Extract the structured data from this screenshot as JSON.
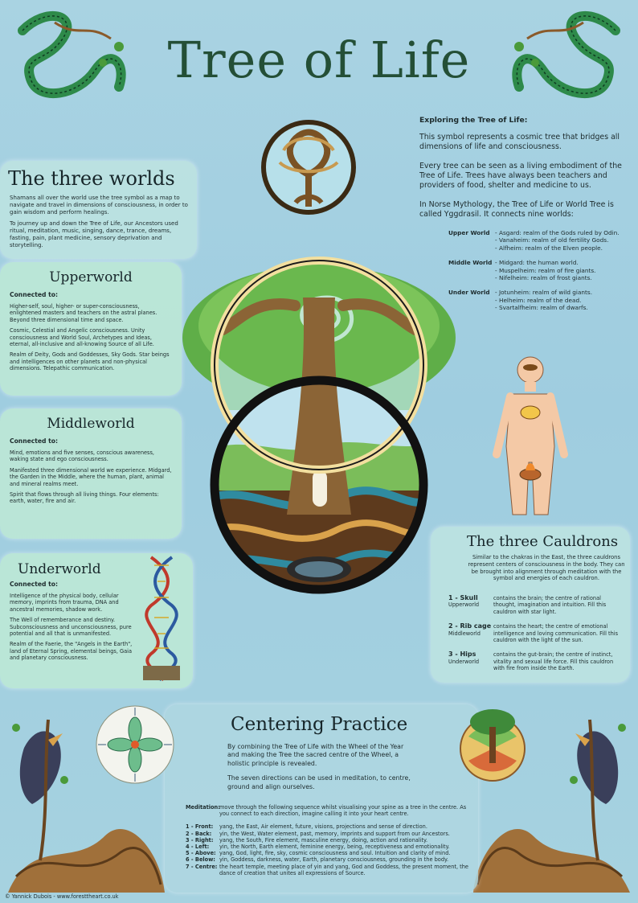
{
  "title": "Tree of Life",
  "colors": {
    "background": "#a9d3e2",
    "title": "#244f36",
    "panel": "#bee4e1",
    "panel_green": "#bde8d6"
  },
  "exploring": {
    "heading": "Exploring the Tree of Life:",
    "p1": "This symbol represents a cosmic tree that bridges all dimensions of life and consciousness.",
    "p2": "Every tree can be seen as a living embodiment of the Tree of Life. Trees have always been teachers and providers of food, shelter and medicine to us.",
    "p3": "In Norse Mythology, the Tree of Life or World Tree is called Yggdrasil. It connects nine worlds:",
    "worlds": [
      {
        "label": "Upper World",
        "lines": [
          "- Asgard: realm of the Gods ruled by Odin.",
          "- Vanaheim: realm of old fertility Gods.",
          "- Alfheim: realm of the Elven people."
        ]
      },
      {
        "label": "Middle World",
        "lines": [
          "- Midgard: the human world.",
          "- Muspelheim: realm of fire giants.",
          "- Nifelheim: realm of frost giants."
        ]
      },
      {
        "label": "Under World",
        "lines": [
          "- Jotunheim: realm of wild giants.",
          "- Helheim: realm of the dead.",
          "- Svartalfheim: realm of dwarfs."
        ]
      }
    ]
  },
  "three_worlds": {
    "heading": "The three worlds",
    "p1": "Shamans all over the world use the tree symbol as a map to navigate and travel in dimensions of consciousness, in order to gain wisdom and perform healings.",
    "p2": "To journey up and down the Tree of Life, our Ancestors used ritual, meditation, music, singing, dance, trance, dreams, fasting, pain, plant medicine, sensory deprivation and storytelling."
  },
  "upperworld": {
    "heading": "Upperworld",
    "sub": "Connected to:",
    "p1": "Higher-self, soul, higher- or super-consciousness, enlightened masters and teachers on the astral planes. Beyond three dimensional time and space.",
    "p2": "Cosmic, Celestial and Angelic consciousness. Unity consciousness and World Soul, Archetypes and Ideas, eternal, all-inclusive and all-knowing Source of all Life.",
    "p3": "Realm of Deity, Gods and Goddesses, Sky Gods. Star beings and intelligences on other planets and non-physical dimensions. Telepathic communication."
  },
  "middleworld": {
    "heading": "Middleworld",
    "sub": "Connected to:",
    "p1": "Mind, emotions and five senses, conscious awareness, waking state and ego consciousness.",
    "p2": "Manifested three dimensional world we experience. Midgard, the Garden in the Middle, where the human, plant, animal and mineral realms meet.",
    "p3": "Spirit that flows through all living things. Four elements: earth, water, fire and air."
  },
  "underworld": {
    "heading": "Underworld",
    "sub": "Connected to:",
    "p1": "Intelligence of the physical body, cellular memory, imprints from trauma, DNA and ancestral memories, shadow work.",
    "p2": "The Well of rememberance and destiny. Subconsciousness and unconsciousness, pure potential and all that is unmanifested.",
    "p3": "Realm of the Faerie, the \"Angels in the Earth\", land of Eternal Spring, elemental beings, Gaia and planetary consciousness."
  },
  "cauldrons": {
    "heading": "The three Cauldrons",
    "intro": "Similar to the chakras in the East, the three cauldrons represent centers of consciousness in the body. They can be brought into alignment through meditation with the symbol and energies of each cauldron.",
    "items": [
      {
        "name": "1 - Skull",
        "world": "Upperworld",
        "text": "contains the brain; the centre of rational thought, imagination and intuition. Fill this cauldron with star light."
      },
      {
        "name": "2 - Rib cage",
        "world": "Middleworld",
        "text": "contains the heart; the centre of emotional intelligence and loving communication. Fill this cauldron with the light of the sun."
      },
      {
        "name": "3 - Hips",
        "world": "Underworld",
        "text": "contains the gut-brain; the centre of instinct, vitality and sexual life force. Fill this cauldron with fire from inside the Earth."
      }
    ]
  },
  "centering": {
    "heading": "Centering Practice",
    "p1": "By combining the Tree of Life with the Wheel of the Year and making the Tree the sacred centre of the Wheel, a holistic principle is revealed.",
    "p2": "The seven directions can be used in meditation, to centre, ground and align ourselves.",
    "meditation_label": "Meditation:",
    "meditation_text": "move through the following sequence whilst visualising your spine as a tree in the centre. As you connect to each direction, imagine calling it into your heart centre.",
    "directions": [
      {
        "k": "1 - Front:",
        "v": "yang, the East, Air element, future, visions, projections and sense of direction."
      },
      {
        "k": "2 - Back:",
        "v": "yin, the West, Water element, past, memory, imprints and support from our Ancestors."
      },
      {
        "k": "3 - Right:",
        "v": "yang, the South, Fire element, masculine energy, doing, action and rationality."
      },
      {
        "k": "4 - Left:",
        "v": "yin, the North, Earth element, feminine energy, being, receptiveness and emotionality."
      },
      {
        "k": "5 - Above:",
        "v": "yang, God, light, fire, sky, cosmic consciousness and soul. Intuition and clarity of mind."
      },
      {
        "k": "6 - Below:",
        "v": "yin, Goddess, darkness, water, Earth, planetary consciousness, grounding in the body."
      },
      {
        "k": "7 - Centre:",
        "v": "the heart temple, meeting place of yin and yang, God and Goddess, the present moment, the dance of creation that unites all expressions of Source."
      }
    ]
  },
  "credit": "© Yannick Dubois - www.foresttheart.co.uk"
}
